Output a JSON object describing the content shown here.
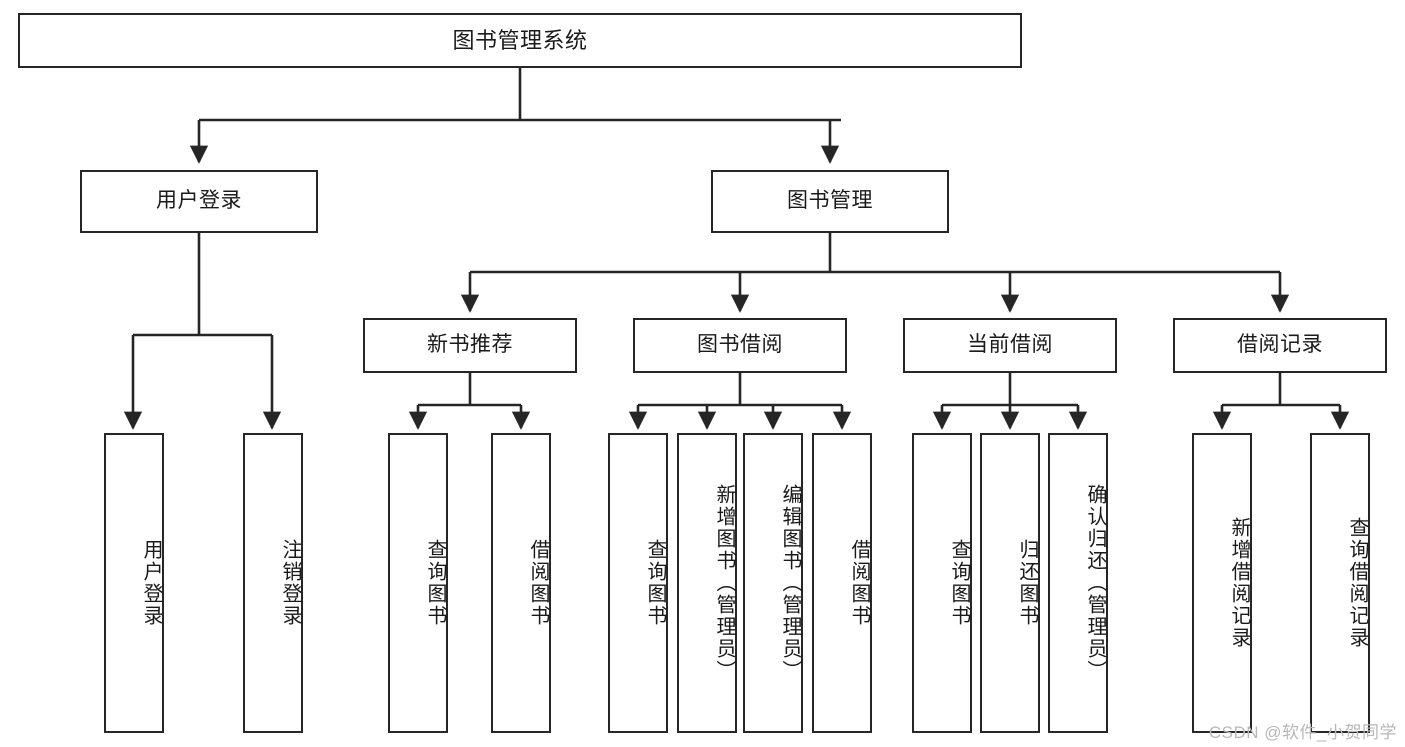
{
  "diagram": {
    "type": "tree-hierarchy",
    "title": "图书管理系统",
    "stroke_color": "#262626",
    "text_color": "#1a1a1a",
    "background_color": "#ffffff",
    "root": {
      "label": "图书管理系统"
    },
    "level2": [
      {
        "label": "用户登录"
      },
      {
        "label": "图书管理"
      }
    ],
    "level3": [
      {
        "label": "新书推荐"
      },
      {
        "label": "图书借阅"
      },
      {
        "label": "当前借阅"
      },
      {
        "label": "借阅记录"
      }
    ],
    "leaves": {
      "user_login": [
        {
          "label": "用户登录"
        },
        {
          "label": "注销登录"
        }
      ],
      "new_book_recommend": [
        {
          "label": "查询图书"
        },
        {
          "label": "借阅图书"
        }
      ],
      "book_borrow": [
        {
          "label": "查询图书"
        },
        {
          "label": "新增图书（管理员）"
        },
        {
          "label": "编辑图书（管理员）"
        },
        {
          "label": "借阅图书"
        }
      ],
      "current_borrow": [
        {
          "label": "查询图书"
        },
        {
          "label": "归还图书"
        },
        {
          "label": "确认归还（管理员）"
        }
      ],
      "borrow_record": [
        {
          "label": "新增借阅记录"
        },
        {
          "label": "查询借阅记录"
        }
      ]
    }
  },
  "watermark": {
    "text": "CSDN @软件_小贺同学"
  }
}
